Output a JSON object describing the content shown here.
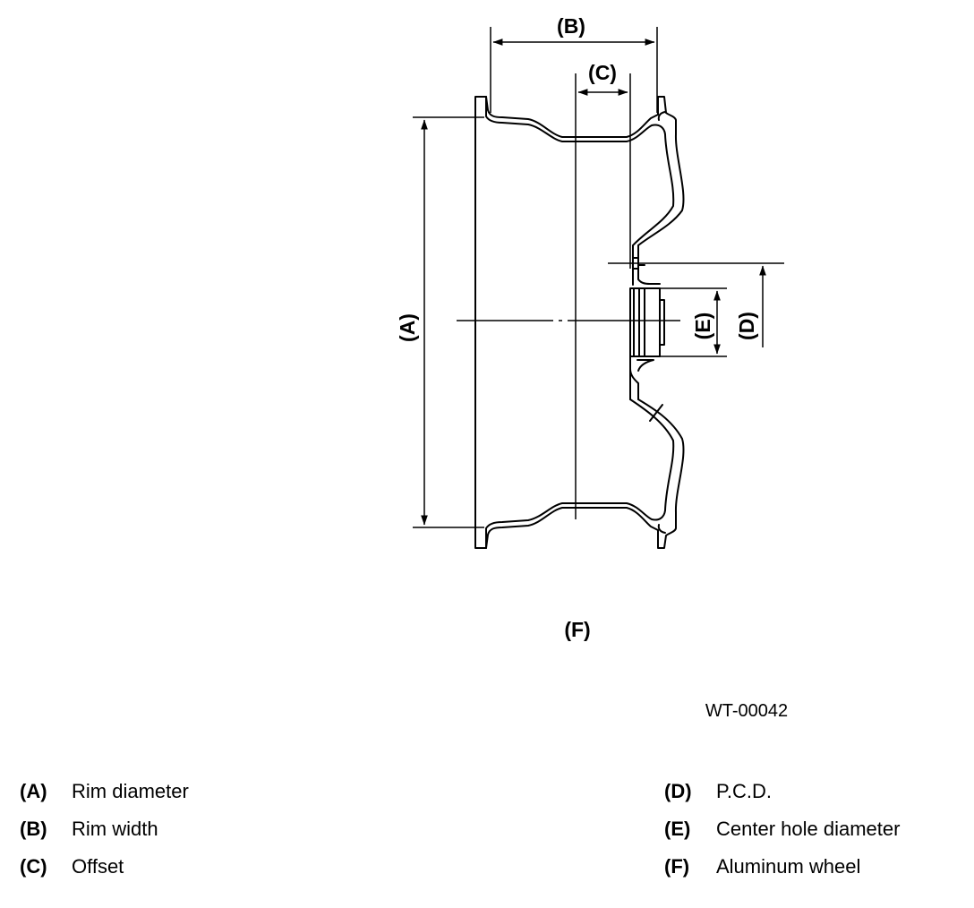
{
  "figure": {
    "labels": {
      "a": "(A)",
      "b": "(B)",
      "c": "(C)",
      "d": "(D)",
      "e": "(E)",
      "f": "(F)"
    },
    "code": "WT-00042"
  },
  "legend": [
    {
      "key": "(A)",
      "text": "Rim diameter"
    },
    {
      "key": "(B)",
      "text": "Rim width"
    },
    {
      "key": "(C)",
      "text": "Offset"
    },
    {
      "key": "(D)",
      "text": "P.C.D."
    },
    {
      "key": "(E)",
      "text": "Center hole diameter"
    },
    {
      "key": "(F)",
      "text": "Aluminum wheel"
    }
  ]
}
